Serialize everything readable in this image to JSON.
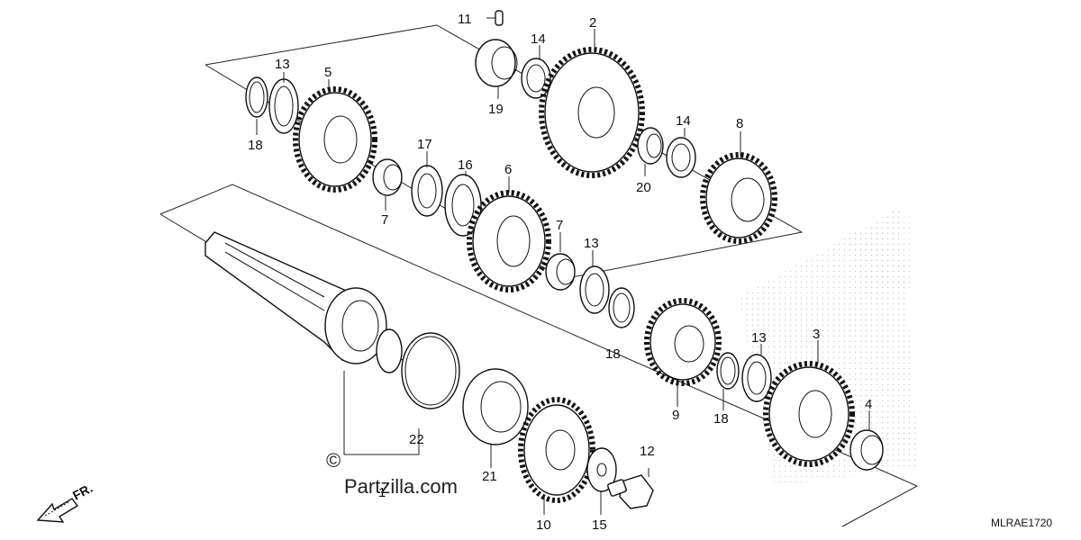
{
  "diagram": {
    "code": "MLRAE1720",
    "watermark": "Partzilla.com",
    "watermark_symbol": "©",
    "direction_label": "FR.",
    "direction_icon": "arrow-left-down-icon"
  },
  "callouts": [
    {
      "id": "c1",
      "label": "1"
    },
    {
      "id": "c2",
      "label": "2"
    },
    {
      "id": "c3",
      "label": "3"
    },
    {
      "id": "c4",
      "label": "4"
    },
    {
      "id": "c5",
      "label": "5"
    },
    {
      "id": "c6",
      "label": "6"
    },
    {
      "id": "c7a",
      "label": "7"
    },
    {
      "id": "c7b",
      "label": "7"
    },
    {
      "id": "c8",
      "label": "8"
    },
    {
      "id": "c9",
      "label": "9"
    },
    {
      "id": "c10",
      "label": "10"
    },
    {
      "id": "c11",
      "label": "11"
    },
    {
      "id": "c12",
      "label": "12"
    },
    {
      "id": "c13a",
      "label": "13"
    },
    {
      "id": "c13b",
      "label": "13"
    },
    {
      "id": "c13c",
      "label": "13"
    },
    {
      "id": "c14a",
      "label": "14"
    },
    {
      "id": "c14b",
      "label": "14"
    },
    {
      "id": "c15",
      "label": "15"
    },
    {
      "id": "c16",
      "label": "16"
    },
    {
      "id": "c17",
      "label": "17"
    },
    {
      "id": "c18a",
      "label": "18"
    },
    {
      "id": "c18b",
      "label": "18"
    },
    {
      "id": "c18c",
      "label": "18"
    },
    {
      "id": "c19",
      "label": "19"
    },
    {
      "id": "c20",
      "label": "20"
    },
    {
      "id": "c21",
      "label": "21"
    },
    {
      "id": "c22",
      "label": "22"
    }
  ]
}
